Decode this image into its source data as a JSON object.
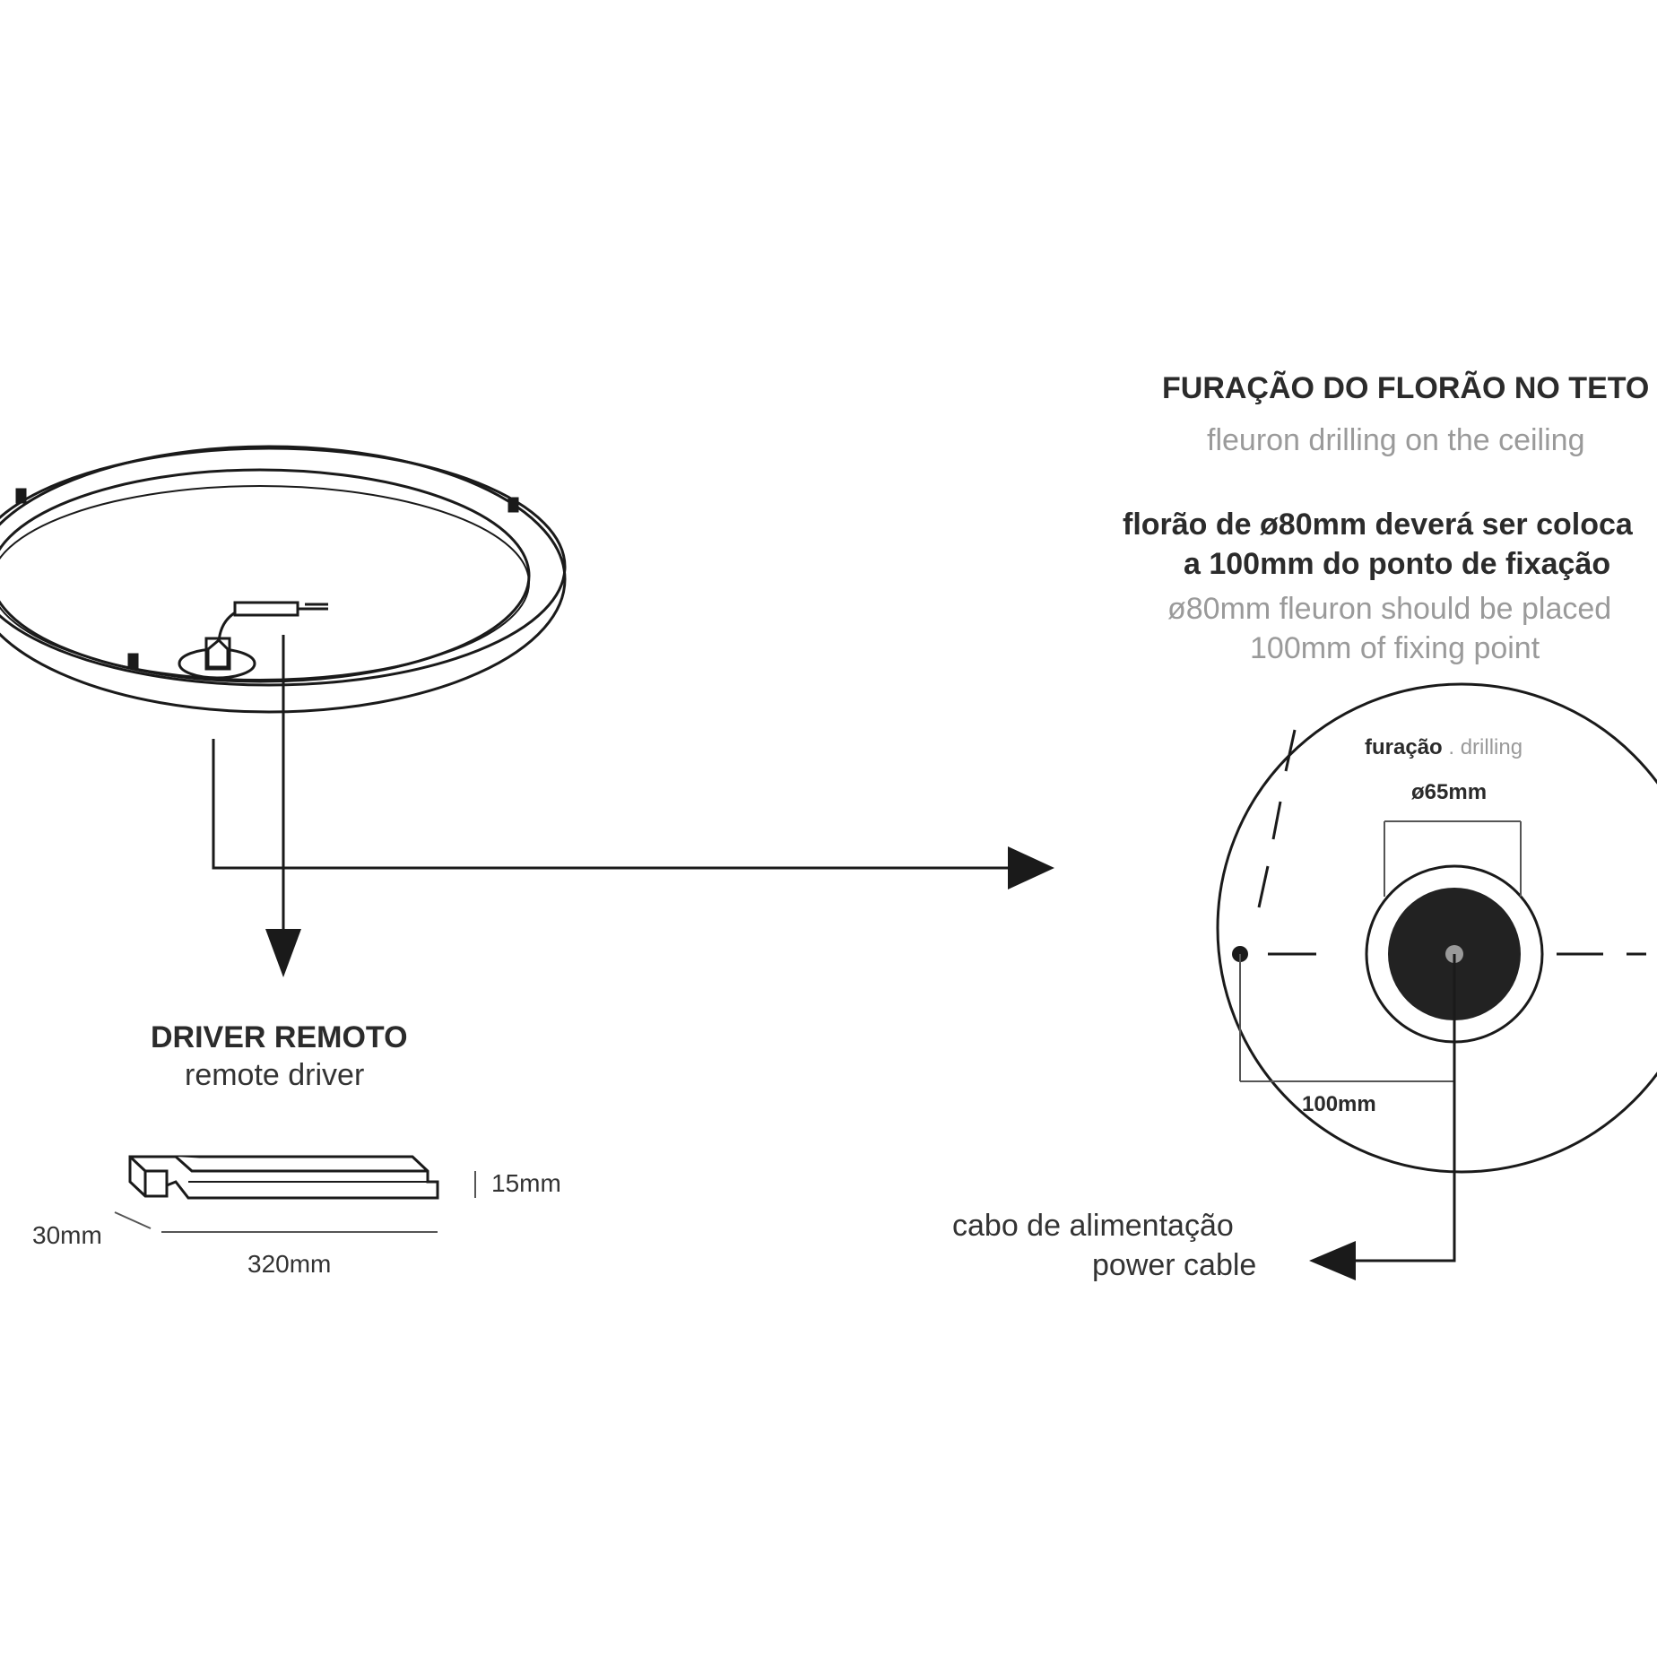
{
  "fleuron_section": {
    "title": "FURAÇÃO DO FLORÃO NO TETO",
    "subtitle": "fleuron drilling on the ceiling",
    "note_pt_line1": "florão de ø80mm deverá ser coloca",
    "note_pt_line2": "a 100mm do ponto de fixação",
    "note_en_line1": "ø80mm fleuron should be placed",
    "note_en_line2": "100mm of fixing point"
  },
  "detail_circle": {
    "drilling_label_pt": "furação",
    "drilling_label_en": ". drilling",
    "diameter_label": "ø65mm",
    "offset_label": "100mm"
  },
  "power_cable": {
    "label_pt": "cabo de alimentação",
    "label_en": "power cable"
  },
  "driver": {
    "title": "DRIVER REMOTO",
    "subtitle": "remote driver",
    "height_label": "15mm",
    "depth_label": "30mm",
    "length_label": "320mm"
  },
  "colors": {
    "line": "#1a1a1a",
    "fill_dark": "#222222",
    "text_light": "#9a9a9a"
  },
  "icons": [
    "ring-luminaire",
    "driver-box",
    "arrow-right",
    "arrow-down",
    "arrow-left"
  ]
}
